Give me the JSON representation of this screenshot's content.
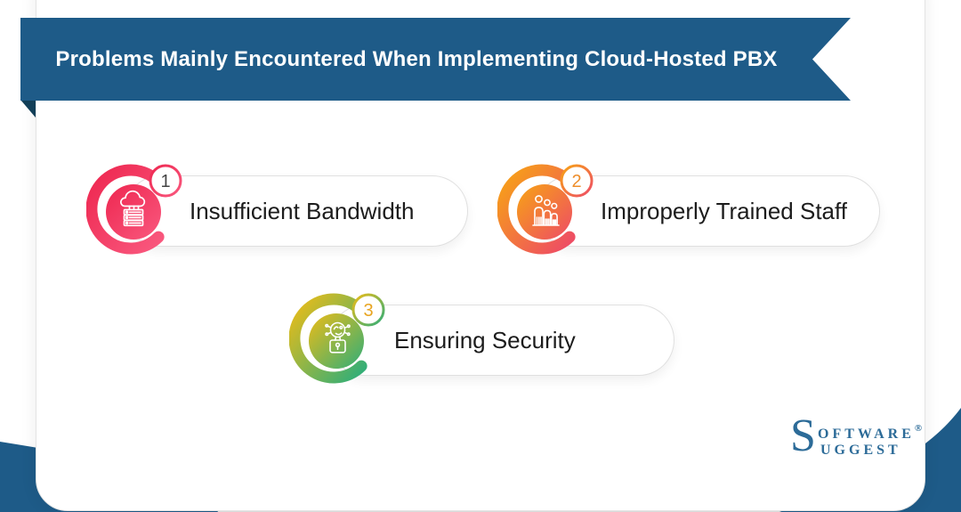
{
  "banner": {
    "title": "Problems Mainly Encountered When Implementing Cloud-Hosted PBX"
  },
  "items": [
    {
      "number": "1",
      "label": "Insufficient Bandwidth",
      "icon": "cloud-server-icon",
      "gradient_from": "#ee2750",
      "gradient_to": "#f9587e",
      "number_color": "#454545"
    },
    {
      "number": "2",
      "label": "Improperly Trained Staff",
      "icon": "trained-staff-icon",
      "gradient_from": "#f7a414",
      "gradient_to": "#ee4b66",
      "number_color": "#ee8e2b"
    },
    {
      "number": "3",
      "label": "Ensuring Security",
      "icon": "security-lock-icon",
      "gradient_from": "#edbc17",
      "gradient_to": "#2fae79",
      "number_color": "#e8a41f"
    }
  ],
  "logo": {
    "initial": "S",
    "rest_top": "oftware",
    "rest_bottom": "uggest",
    "registered": "®"
  },
  "colors": {
    "banner_blue": "#1e5b88",
    "ribbon_fold_blue": "#123f58",
    "corner_blob_blue": "#1e5b88",
    "pill_border": "#e0e0e0",
    "label_text": "#1c1c1c",
    "logo_blue": "#2c6b98"
  }
}
